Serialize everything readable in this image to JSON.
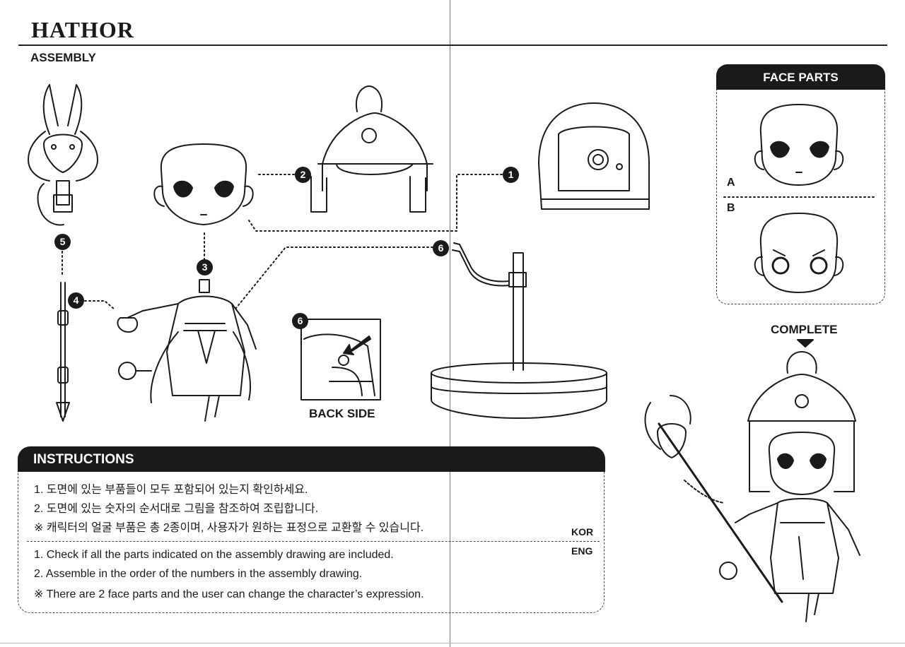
{
  "header": {
    "title": "HATHOR"
  },
  "assembly": {
    "label": "ASSEMBLY",
    "back_side_label": "BACK SIDE"
  },
  "steps": [
    "1",
    "2",
    "3",
    "4",
    "5",
    "6",
    "6"
  ],
  "face_parts": {
    "title": "FACE PARTS",
    "options": [
      "A",
      "B"
    ]
  },
  "complete_label": "COMPLETE",
  "instructions": {
    "title": "INSTRUCTIONS",
    "kor": [
      "1. 도면에 있는 부품들이 모두 포함되어 있는지 확인하세요.",
      "2. 도면에 있는 숫자의 순서대로 그림을 참조하여 조립합니다.",
      "※ 캐릭터의 얼굴 부품은 총 2종이며, 사용자가 원하는 표정으로 교환할 수 있습니다."
    ],
    "eng": [
      "1. Check if all the parts indicated on the assembly drawing are included.",
      "2. Assemble in the order of the numbers in the assembly drawing.",
      "※ There are 2 face parts and the user can change the character’s expression."
    ],
    "lang_kor": "KOR",
    "lang_eng": "ENG"
  },
  "colors": {
    "ink": "#1a1a1a",
    "paper": "#ffffff"
  }
}
